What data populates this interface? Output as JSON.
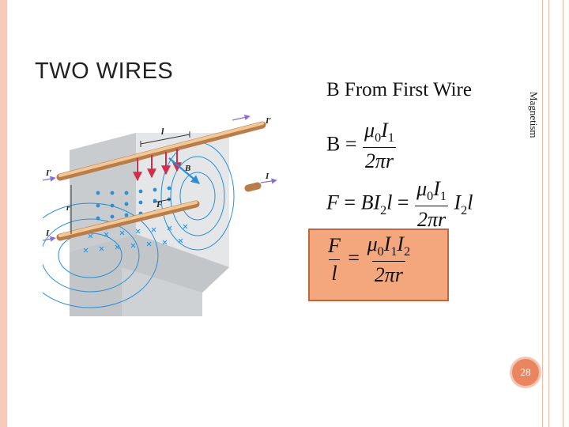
{
  "slide": {
    "title": "TWO WIRES",
    "side_label": "Magnetism",
    "page_number": "28",
    "subheading": "B From First Wire"
  },
  "figure": {
    "labels": {
      "i_prime_top": "I′",
      "i_prime_left": "I′",
      "i_right": "I",
      "i_left_bottom": "I",
      "length": "l",
      "r": "r",
      "b_vec": "B",
      "f_vec": "F"
    }
  },
  "equations": {
    "eq1": {
      "lhs": "B",
      "eq": "=",
      "num_mu": "μ",
      "num_sub0": "0",
      "num_I": "I",
      "num_sub1": "1",
      "den": "2πr"
    },
    "eq2": {
      "lhs_F": "F",
      "eq_a": "=",
      "B": "B",
      "I": "I",
      "sub2": "2",
      "l": "l",
      "eq_b": "=",
      "num_mu": "μ",
      "num_sub0": "0",
      "num_I": "I",
      "num_sub1": "1",
      "den": "2πr",
      "tail_I": "I",
      "tail_sub2": "2",
      "tail_l": "l"
    },
    "eq3": {
      "lhs_num": "F",
      "lhs_den": "l",
      "eq": "=",
      "num_mu": "μ",
      "num_sub0": "0",
      "num_I1": "I",
      "num_sub1": "1",
      "num_I2": "I",
      "num_sub2": "2",
      "den": "2πr"
    }
  },
  "colors": {
    "accent": "#e9855f",
    "border": "#f6cbb9",
    "box_fill": "#f4a77c",
    "wire": "#e8b07c",
    "field_blue": "#2b8fd6"
  }
}
